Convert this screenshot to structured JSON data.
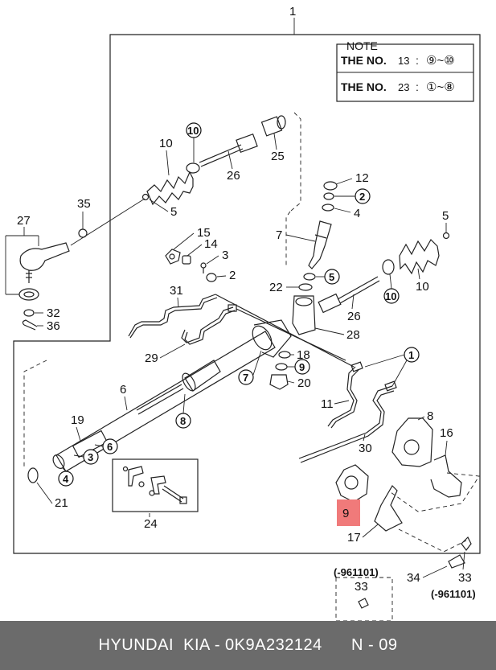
{
  "note": {
    "header": "NOTE",
    "line1_prefix": "THE NO.",
    "line1_num": "13",
    "line1_colon": ":",
    "line1_range": "⑨~⑩",
    "line2_prefix": "THE NO.",
    "line2_num": "23",
    "line2_colon": ":",
    "line2_range": "①~⑧"
  },
  "labels": {
    "p1": "1",
    "p2a": "2",
    "p2b": "2",
    "p3a": "3",
    "p3b": "3",
    "p4a": "4",
    "p4b": "4",
    "p5a": "5",
    "p5b": "5",
    "p5c": "5",
    "p6a": "6",
    "p6b": "6",
    "p7a": "7",
    "p7b": "7",
    "p8a": "8",
    "p8b": "8",
    "p9a": "9",
    "p9b": "9",
    "p10a": "10",
    "p10b": "10",
    "p10c": "10",
    "p10d": "10",
    "p11": "11",
    "p12": "12",
    "p14": "14",
    "p15": "15",
    "p16": "16",
    "p17": "17",
    "p18": "18",
    "p19": "19",
    "p20": "20",
    "p21": "21",
    "p22": "22",
    "p24": "24",
    "p25": "25",
    "p26a": "26",
    "p26b": "26",
    "p27": "27",
    "p28": "28",
    "p29": "29",
    "p30": "30",
    "p31": "31",
    "p32": "32",
    "p33a": "33",
    "p33b": "33",
    "p34": "34",
    "p35": "35",
    "p36": "36",
    "p1c": "1"
  },
  "ranges": {
    "upper": "(-961101)",
    "lower": "(-961101)"
  },
  "highlight_color": "#f07a7a",
  "footer": {
    "text": "HYUNDAI  KIA - 0K9A232124      N - 09",
    "background": "#6b6b6b"
  }
}
